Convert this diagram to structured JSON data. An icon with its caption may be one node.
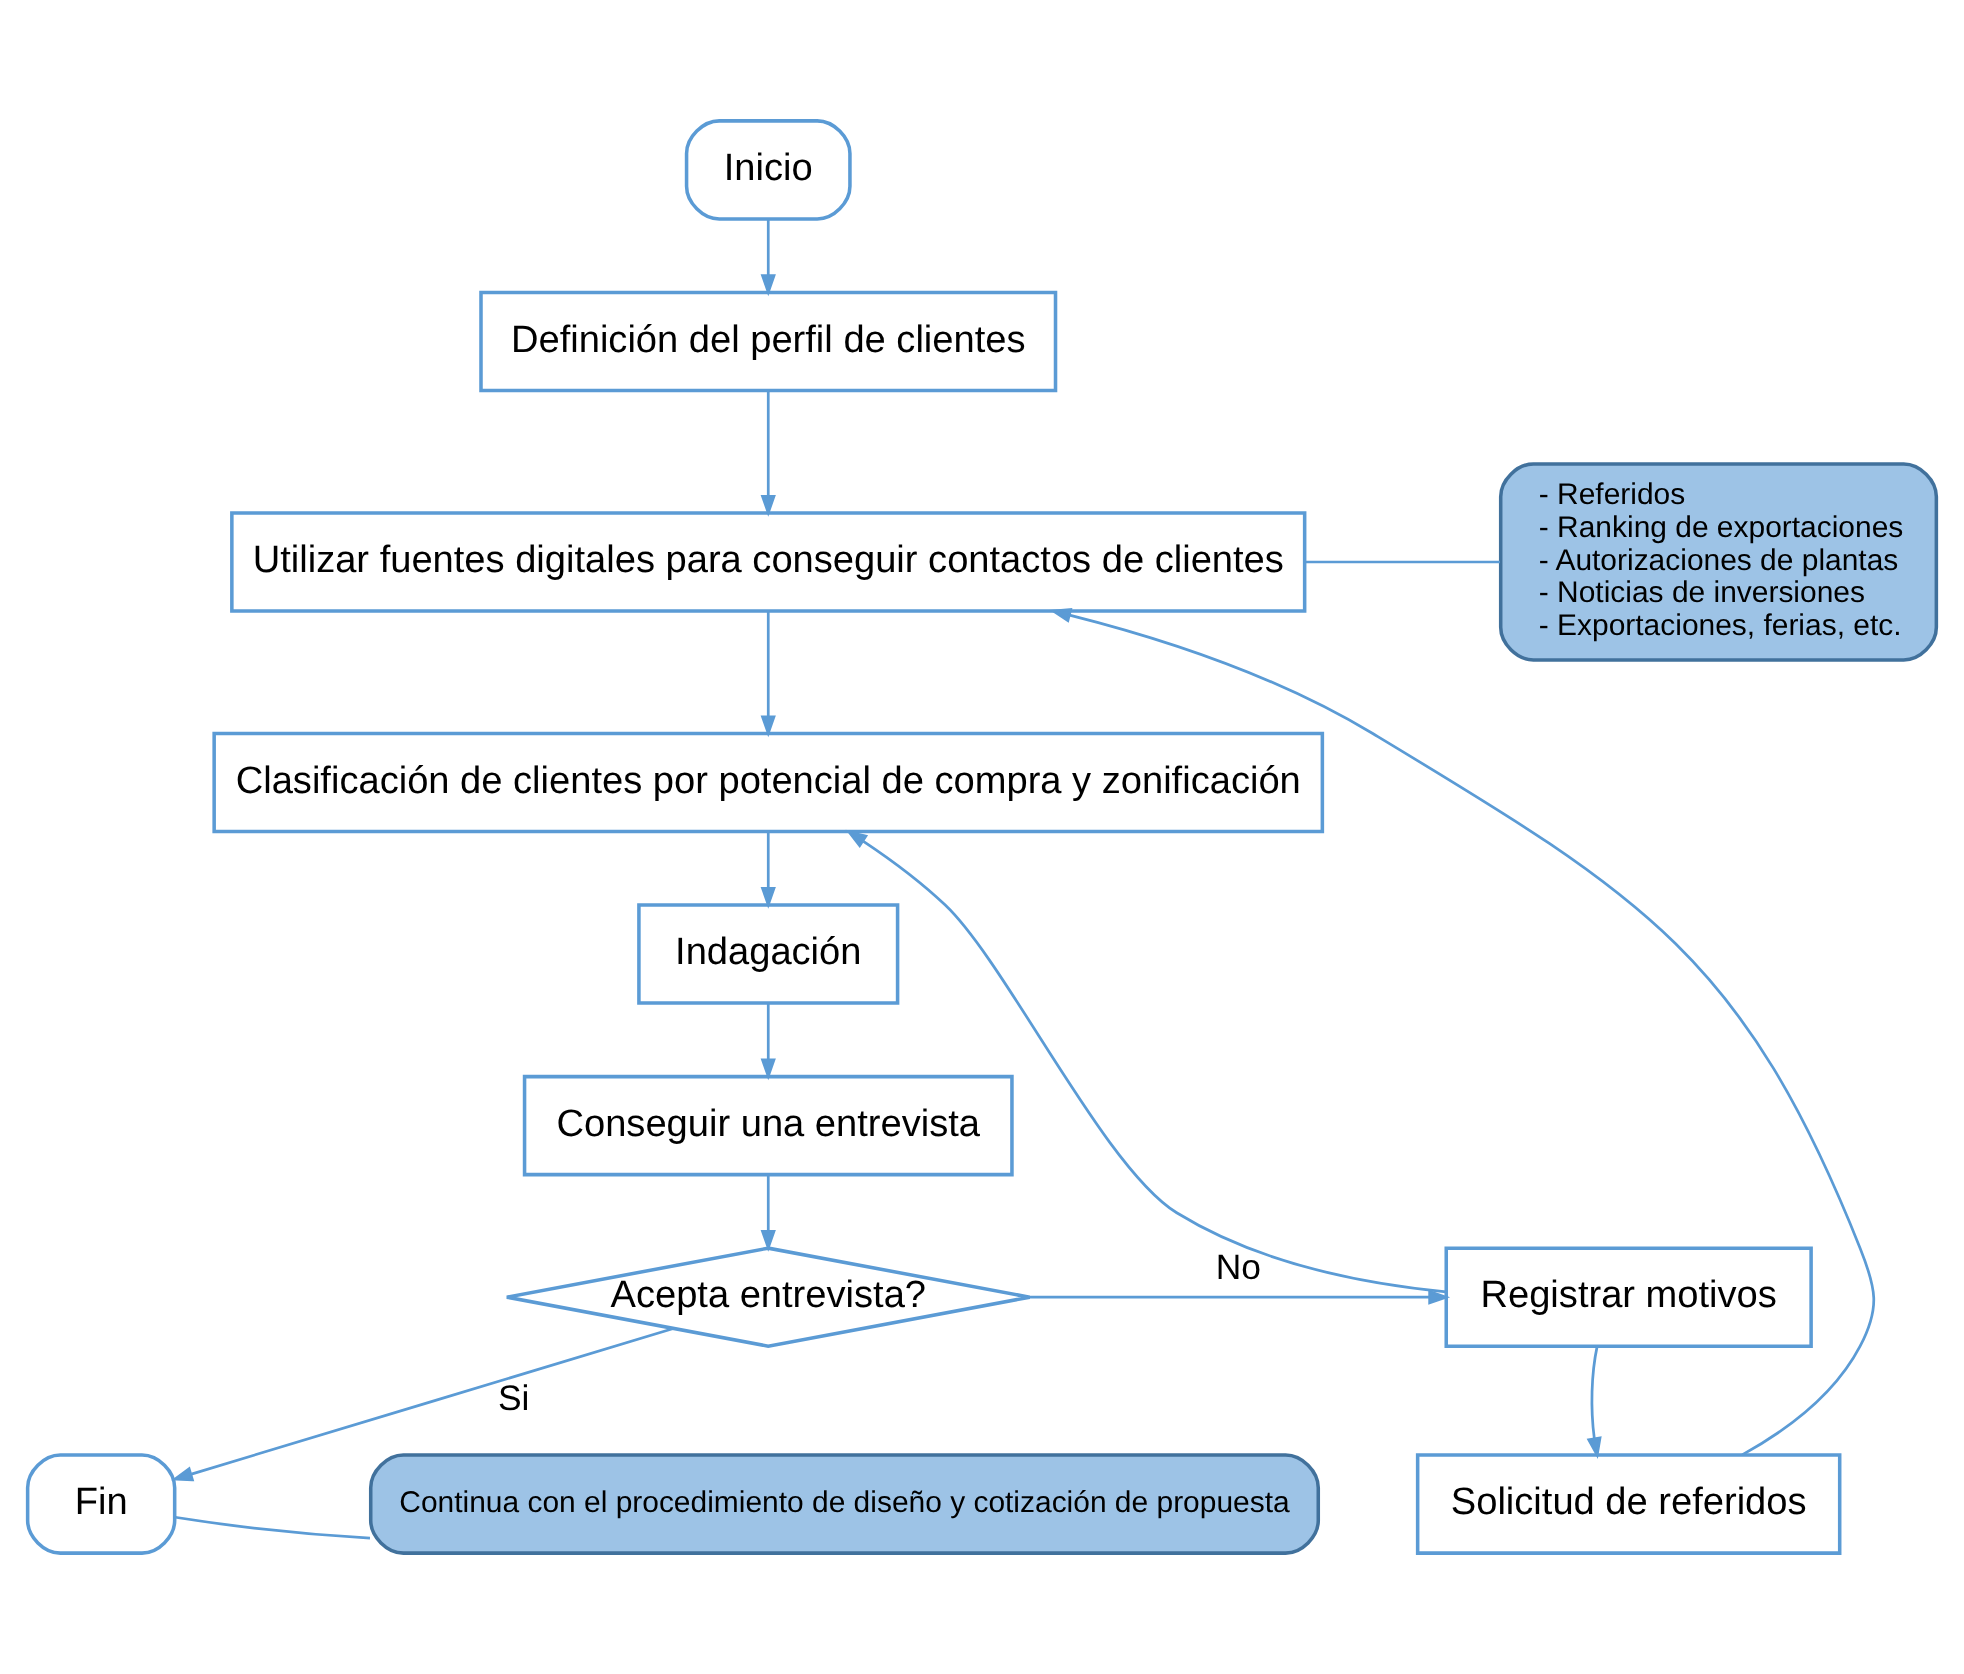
{
  "diagram": {
    "nodes": [
      {
        "text": [
          "Inicio"
        ]
      },
      {
        "text": [
          "Definición del perfil de clientes"
        ]
      },
      {
        "text": [
          "Utilizar fuentes digitales para conseguir contactos de clientes"
        ]
      },
      {
        "text": [
          "Clasificación de clientes por potencial de compra y zonificación"
        ]
      },
      {
        "text": [
          "Indagación"
        ]
      },
      {
        "text": [
          "Conseguir una entrevista"
        ]
      },
      {
        "text": [
          "Acepta entrevista?"
        ]
      },
      {
        "text": [
          "Registrar motivos"
        ]
      },
      {
        "text": [
          "Solicitud de referidos"
        ]
      },
      {
        "text": [
          "Fin"
        ]
      },
      {
        "text": [
          "- Referidos",
          "- Ranking de exportaciones",
          "- Autorizaciones de plantas",
          "- Noticias de inversiones",
          "- Exportaciones, ferias, etc."
        ]
      },
      {
        "text": [
          "Continua con el procedimiento de diseño y cotización de propuesta"
        ]
      }
    ],
    "edges": [
      {
        "from": 0,
        "to": 1,
        "arrow": "to"
      },
      {
        "from": 1,
        "to": 2,
        "arrow": "to"
      },
      {
        "from": 2,
        "to": 3,
        "arrow": "to"
      },
      {
        "from": 3,
        "to": 4,
        "arrow": "to"
      },
      {
        "from": 4,
        "to": 5,
        "arrow": "to"
      },
      {
        "from": 5,
        "to": 6,
        "arrow": "to"
      },
      {
        "from": 6,
        "to": 7,
        "arrow": "to",
        "label": "No"
      },
      {
        "from": 6,
        "to": 9,
        "arrow": "to",
        "label": "Si"
      },
      {
        "from": 7,
        "to": 3,
        "arrow": "to"
      },
      {
        "from": 7,
        "to": 8,
        "arrow": "to"
      },
      {
        "from": 8,
        "to": 2,
        "arrow": "to"
      },
      {
        "from": 10,
        "to": 2,
        "arrow": "none"
      },
      {
        "from": 11,
        "to": 9,
        "arrow": "none"
      }
    ]
  }
}
